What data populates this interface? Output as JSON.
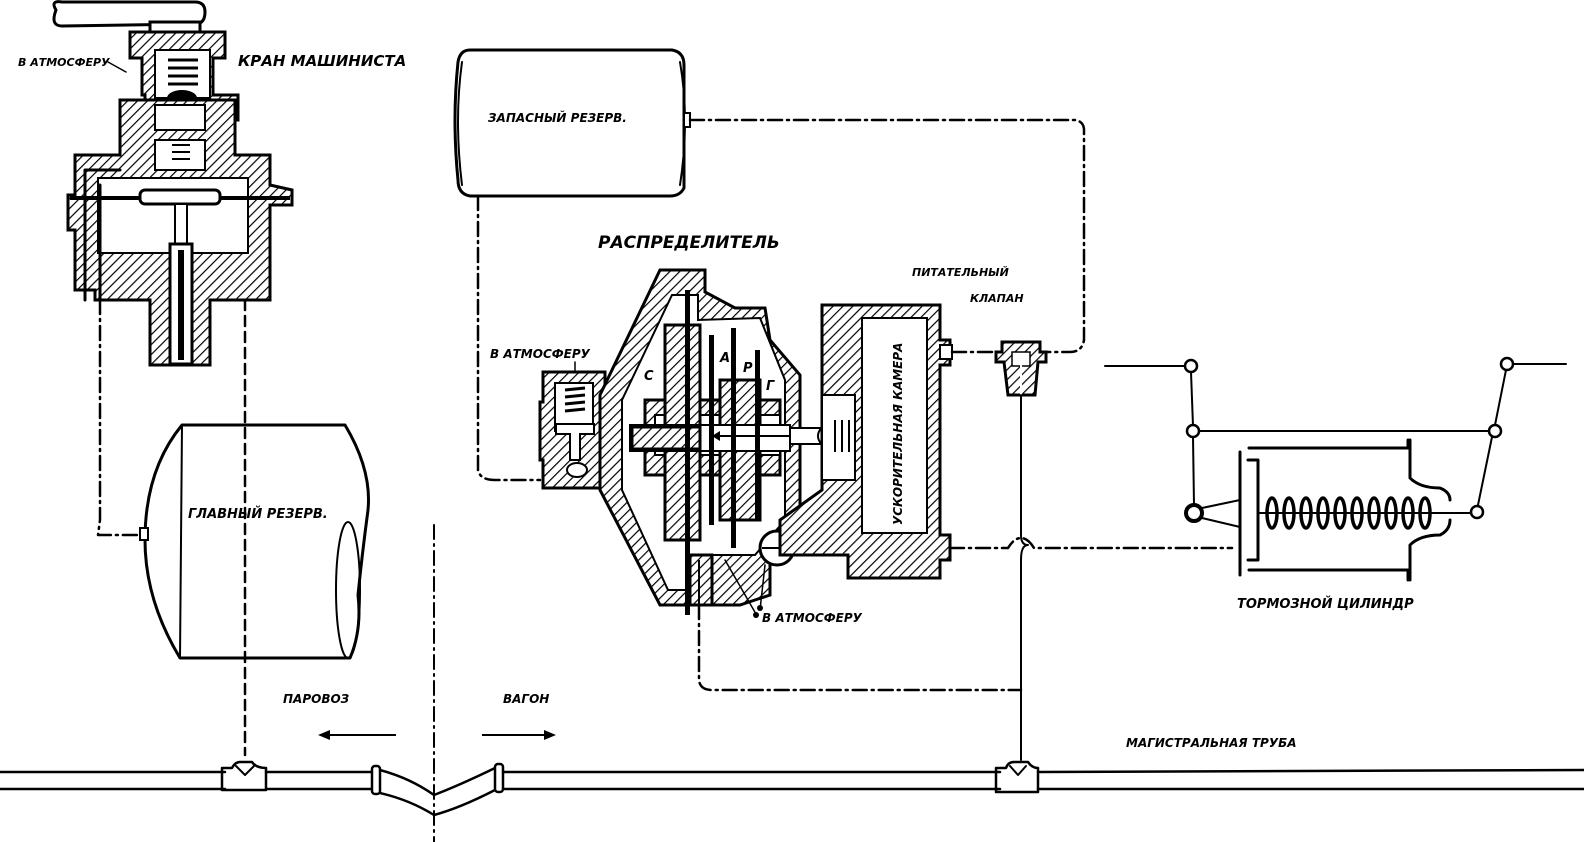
{
  "diagram": {
    "title": "Air brake system schematic",
    "labels": {
      "drivers_valve": "КРАН МАШИНИСТА",
      "to_atmosphere_driver": "В АТМОСФЕРУ",
      "reserve_tank": "ЗАПАСНЫЙ РЕЗЕРВ.",
      "main_reservoir": "ГЛАВНЫЙ РЕЗЕРВ.",
      "distributor": "РАСПРЕДЕЛИТЕЛЬ",
      "to_atmosphere_distributor": "В АТМОСФЕРУ",
      "to_atmosphere_bottom": "В АТМОСФЕРУ",
      "feed_valve_line1": "ПИТАТЕЛЬНЫЙ",
      "feed_valve_line2": "КЛАПАН",
      "acceleration_chamber": "УСКОРИТЕЛЬНАЯ КАМЕРА",
      "brake_cylinder": "ТОРМОЗНОЙ ЦИЛИНДР",
      "locomotive": "ПАРОВОЗ",
      "wagon": "ВАГОН",
      "brake_pipe": "МАГИСТРАЛЬНАЯ ТРУБА",
      "chamber_c": "С",
      "chamber_a": "А",
      "chamber_p": "Р",
      "chamber_g": "Г"
    },
    "directions": {
      "locomotive": "left",
      "wagon": "right"
    }
  }
}
